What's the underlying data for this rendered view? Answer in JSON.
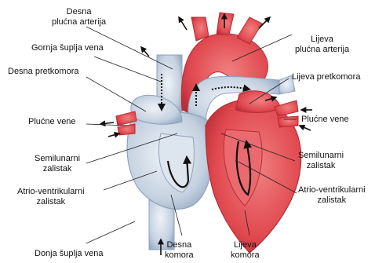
{
  "labels": {
    "desna_plucna_arterija": "Desna\nplućna arterija",
    "gornja_suplja_vena": "Gornja šuplja vena",
    "desna_pretkomora": "Desna pretkomora",
    "plucne_vene_left": "Plućne vene",
    "semilunarni_left": "Semilunarni\nzalistak",
    "atrio_left": "Atrio-ventrikularni\nzalistak",
    "donja_suplja_vena": "Donja šuplja vena",
    "desna_komora": "Desna\nkomora",
    "lijeva_komora": "Lijeva\nkomora",
    "lijeva_plucna_arterija": "Lijeva\nplućna arterija",
    "lijeva_pretkomora": "Lijeva pretkomora",
    "plucne_vene_right": "Plućne vene",
    "semilunarni_right": "Semilunarni\nzalistak",
    "atrio_right": "Atrio-ventrikularni\nzalistak"
  },
  "colors": {
    "oxygenated": "#e8545a",
    "oxygenated_dark": "#c4333b",
    "deoxygenated": "#c9d4e2",
    "deoxygenated_dark": "#8fa3bb"
  }
}
